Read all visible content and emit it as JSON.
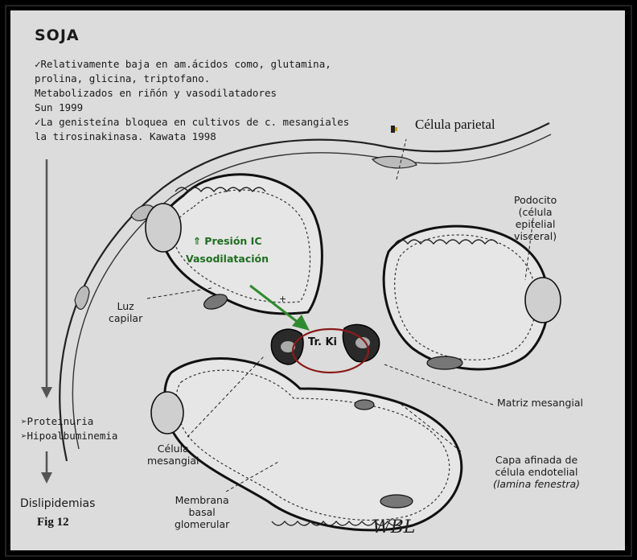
{
  "title": "SOJA",
  "notes": [
    "✓Relativamente baja en am.ácidos como, glutamina,",
    "prolina, glicina, triptofano.",
    "Metabolizados en riñón y vasodilatadores",
    "Sun 1999",
    "✓La genisteína bloquea en cultivos de c. mesangiales",
    "la tirosinakinasa. Kawata 1998"
  ],
  "labels": {
    "parietal": "Célula parietal",
    "podocito": [
      "Podocito",
      "(célula",
      "epitelial",
      "visceral)"
    ],
    "luz": [
      "Luz",
      "capilar"
    ],
    "presion": [
      "⇑ Presión IC",
      "Vasodilatación"
    ],
    "plus": "+",
    "trki": "Tr. Ki",
    "matriz": "Matriz mesangial",
    "capa": [
      "Capa afinada de",
      "célula endotelial"
    ],
    "lamina": "(lamina fenestra)",
    "celula_mesangial": [
      "Célula",
      "mesangial"
    ],
    "membrana": [
      "Membrana",
      "basal",
      "glomerular"
    ],
    "signature": "WBL"
  },
  "outcomes": {
    "proteinuria": "➢Proteinuria",
    "hipoalbuminemia": "➢Hipoalbuminemia",
    "dislipidemias": "Dislipidemias"
  },
  "figure_label": "Fig 12",
  "colors": {
    "background": "#dcdcdc",
    "border": "#000000",
    "green_text": "#1f6e1f",
    "arrow_green": "#2e8b2e",
    "ellipse_red": "#8b1a1a"
  }
}
